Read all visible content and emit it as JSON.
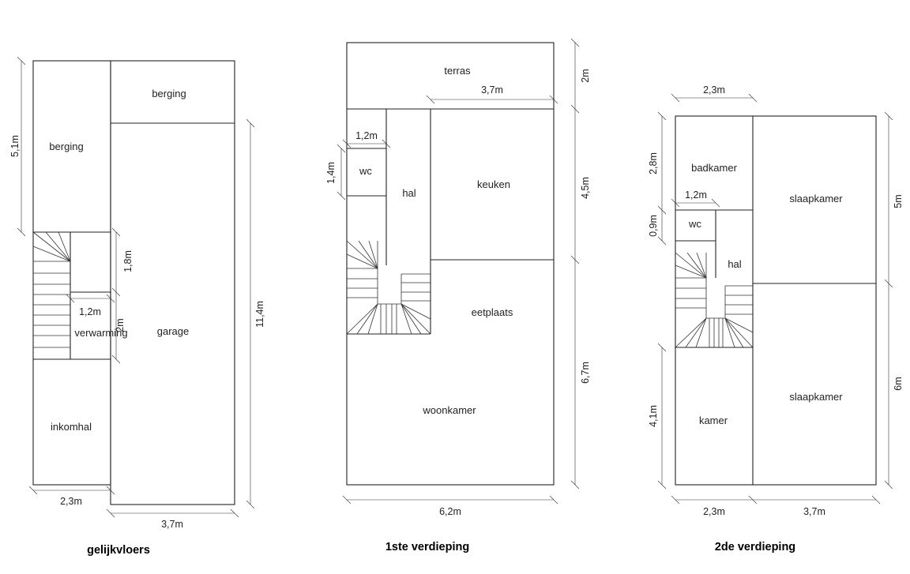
{
  "floors": [
    {
      "title": "gelijkvloers",
      "rooms": {
        "berging_a": "berging",
        "berging_b": "berging",
        "verwarming": "verwarming",
        "garage": "garage",
        "inkomhal": "inkomhal"
      },
      "dims": {
        "d51": "5,1m",
        "d18": "1,8m",
        "d12": "1,2m",
        "d2": "2m",
        "d114": "11,4m",
        "d23": "2,3m",
        "d37": "3,7m"
      }
    },
    {
      "title": "1ste verdieping",
      "rooms": {
        "terras": "terras",
        "wc": "wc",
        "hal": "hal",
        "keuken": "keuken",
        "eetplaats": "eetplaats",
        "woonkamer": "woonkamer"
      },
      "dims": {
        "d37": "3,7m",
        "d2": "2m",
        "d12": "1,2m",
        "d14": "1,4m",
        "d45": "4,5m",
        "d67": "6,7m",
        "d62": "6,2m"
      }
    },
    {
      "title": "2de verdieping",
      "rooms": {
        "badkamer": "badkamer",
        "wc": "wc",
        "hal": "hal",
        "slaapkamer_a": "slaapkamer",
        "slaapkamer_b": "slaapkamer",
        "kamer": "kamer"
      },
      "dims": {
        "d23top": "2,3m",
        "d28": "2,8m",
        "d12": "1,2m",
        "d09": "0,9m",
        "d5": "5m",
        "d6": "6m",
        "d41": "4,1m",
        "d23": "2,3m",
        "d37": "3,7m"
      }
    }
  ]
}
